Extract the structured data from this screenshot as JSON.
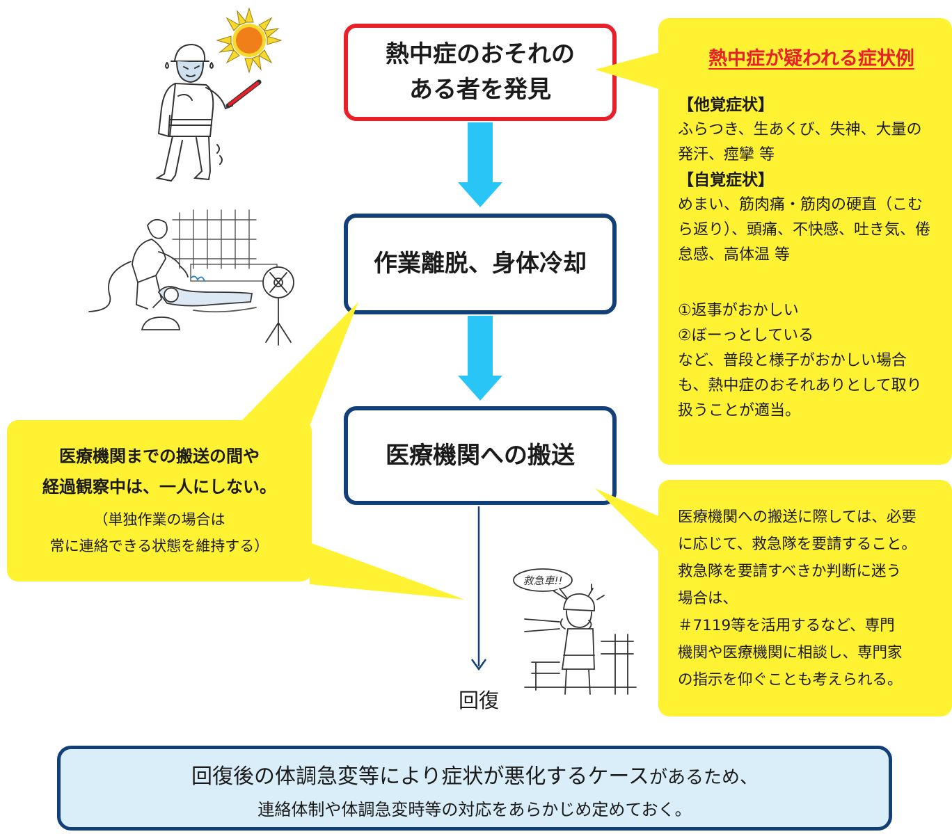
{
  "flow": {
    "step1": [
      "熱中症のおそれの",
      "ある者を発見"
    ],
    "step2": "作業離脱、身体冷却",
    "step3": "医療機関への搬送",
    "result": "回復"
  },
  "symptoms": {
    "title": "熱中症が疑われる症状例",
    "objective_heading": "【他覚症状】",
    "objective_text": [
      "ふらつき、生あくび、失神、大量の",
      "発汗、痙攣 等"
    ],
    "subjective_heading": "【自覚症状】",
    "subjective_text": [
      "めまい、筋肉痛・筋肉の硬直（こむ",
      "ら返り）、頭痛、不快感、吐き気、倦",
      "怠感、高体温 等"
    ],
    "signs": [
      "①返事がおかしい",
      "②ぼーっとしている"
    ],
    "note": [
      "など、普段と様子がおかしい場合",
      "も、熱中症のおそれありとして取り",
      "扱うことが適当。"
    ]
  },
  "left_callout": {
    "main": [
      "医療機関までの搬送の間や",
      "経過観察中は、一人にしない。"
    ],
    "sub": [
      "（単独作業の場合は",
      "常に連絡できる状態を維持する）"
    ]
  },
  "right_callout": {
    "lines": [
      "医療機関への搬送に際しては、必要",
      "に応じて、救急隊を要請すること。",
      "救急隊を要請すべきか判断に迷う",
      "場合は、",
      "＃7119等を活用するなど、専門",
      "機関や医療機関に相談し、専門家",
      "の指示を仰ぐことも考えられる。"
    ]
  },
  "illustration": {
    "speech": "救急車!!"
  },
  "bottom_note": {
    "line1_emphasis": "回復後の体調急変等により症状が悪化するケース",
    "line1_rest": "があるため、",
    "line2": "連絡体制や体調急変時等の対応をあらかじめ定めておく。"
  },
  "colors": {
    "red_border": "#e8202a",
    "navy_border": "#123f78",
    "arrow_cyan": "#29c5f6",
    "callout_yellow": "#fff233",
    "bottom_bg": "#d9eef9"
  }
}
